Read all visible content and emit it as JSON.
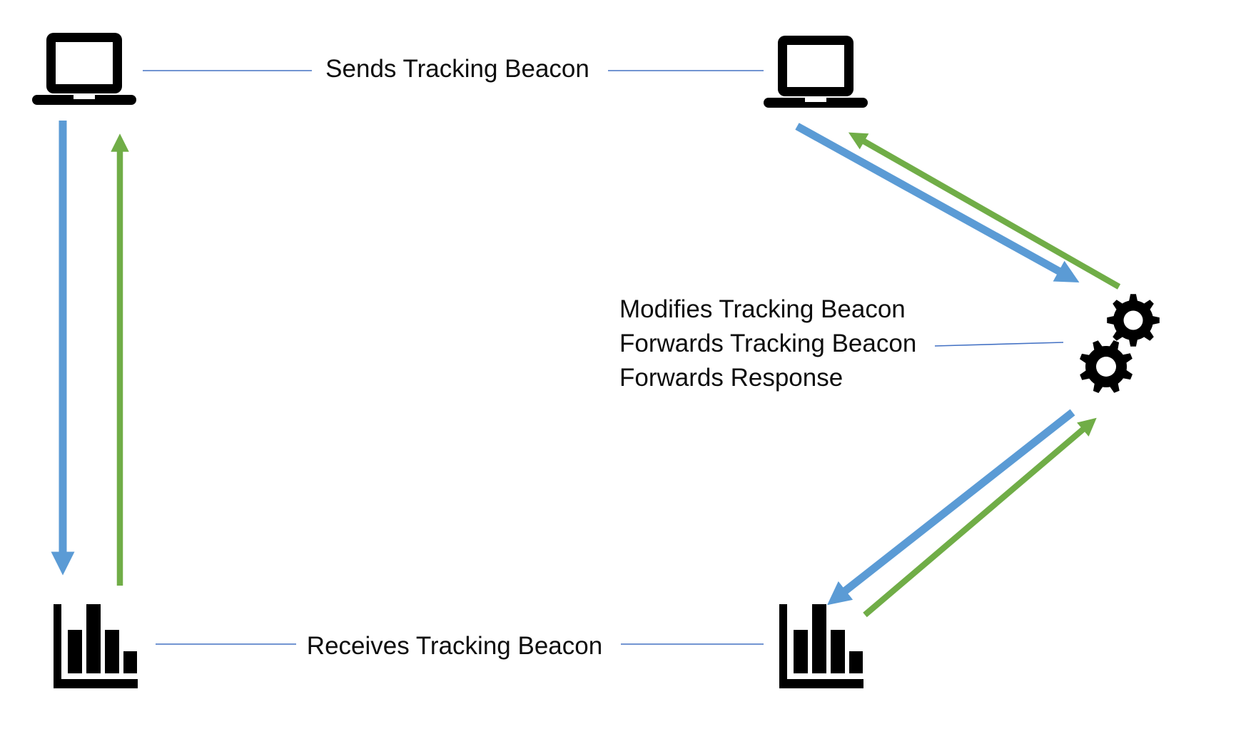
{
  "diagram": {
    "colors": {
      "arrow_blue": "#5B9BD5",
      "arrow_green": "#70AD47",
      "connector_line": "#4472C4",
      "icon": "#000000",
      "text": "#0d0d0d",
      "background": "#FFFFFF"
    },
    "labels": {
      "send": "Sends Tracking Beacon",
      "receive": "Receives Tracking Beacon",
      "intermediary": [
        "Modifies Tracking Beacon",
        "Forwards Tracking Beacon",
        "Forwards Response"
      ]
    },
    "icons": {
      "top_left": "laptop-icon",
      "top_right": "laptop-icon",
      "bottom_left": "bar-chart-icon",
      "bottom_right": "bar-chart-icon",
      "middle_right": "gears-icon"
    }
  }
}
